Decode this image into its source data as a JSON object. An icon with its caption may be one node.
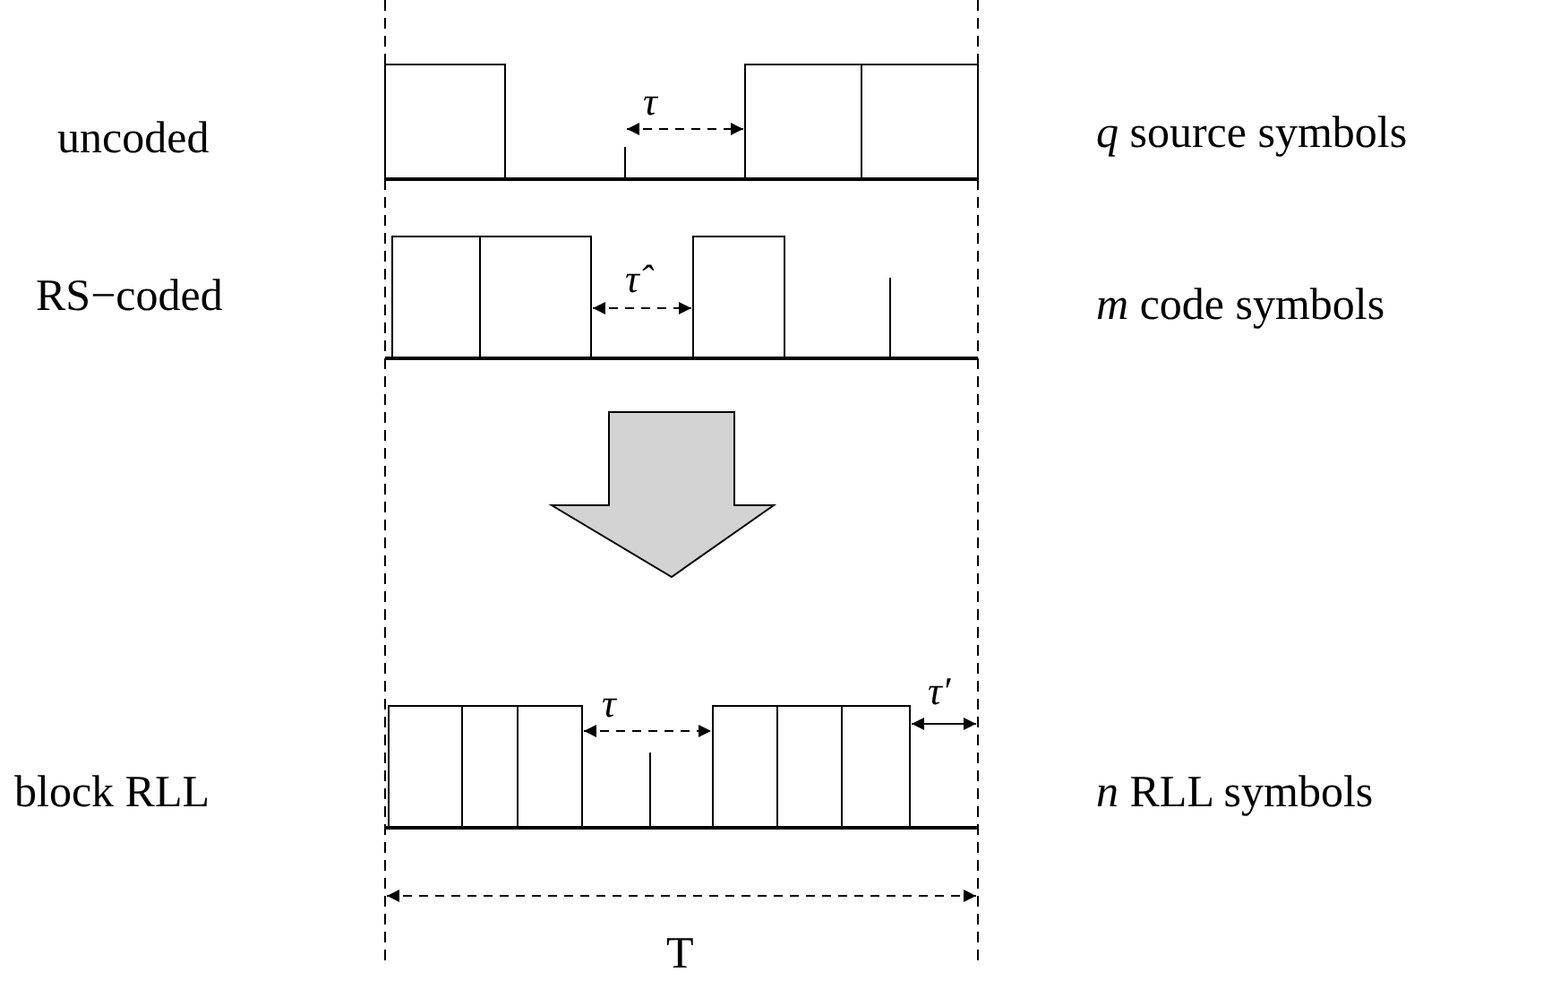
{
  "diagram": {
    "labels": [
      "uncoded",
      "τ",
      "*q* source symbols",
      "RS−coded",
      "τ̂",
      "*m* code symbols",
      "block RLL",
      "τ",
      "τ′",
      "*n* RLL symbols",
      "T"
    ]
  }
}
